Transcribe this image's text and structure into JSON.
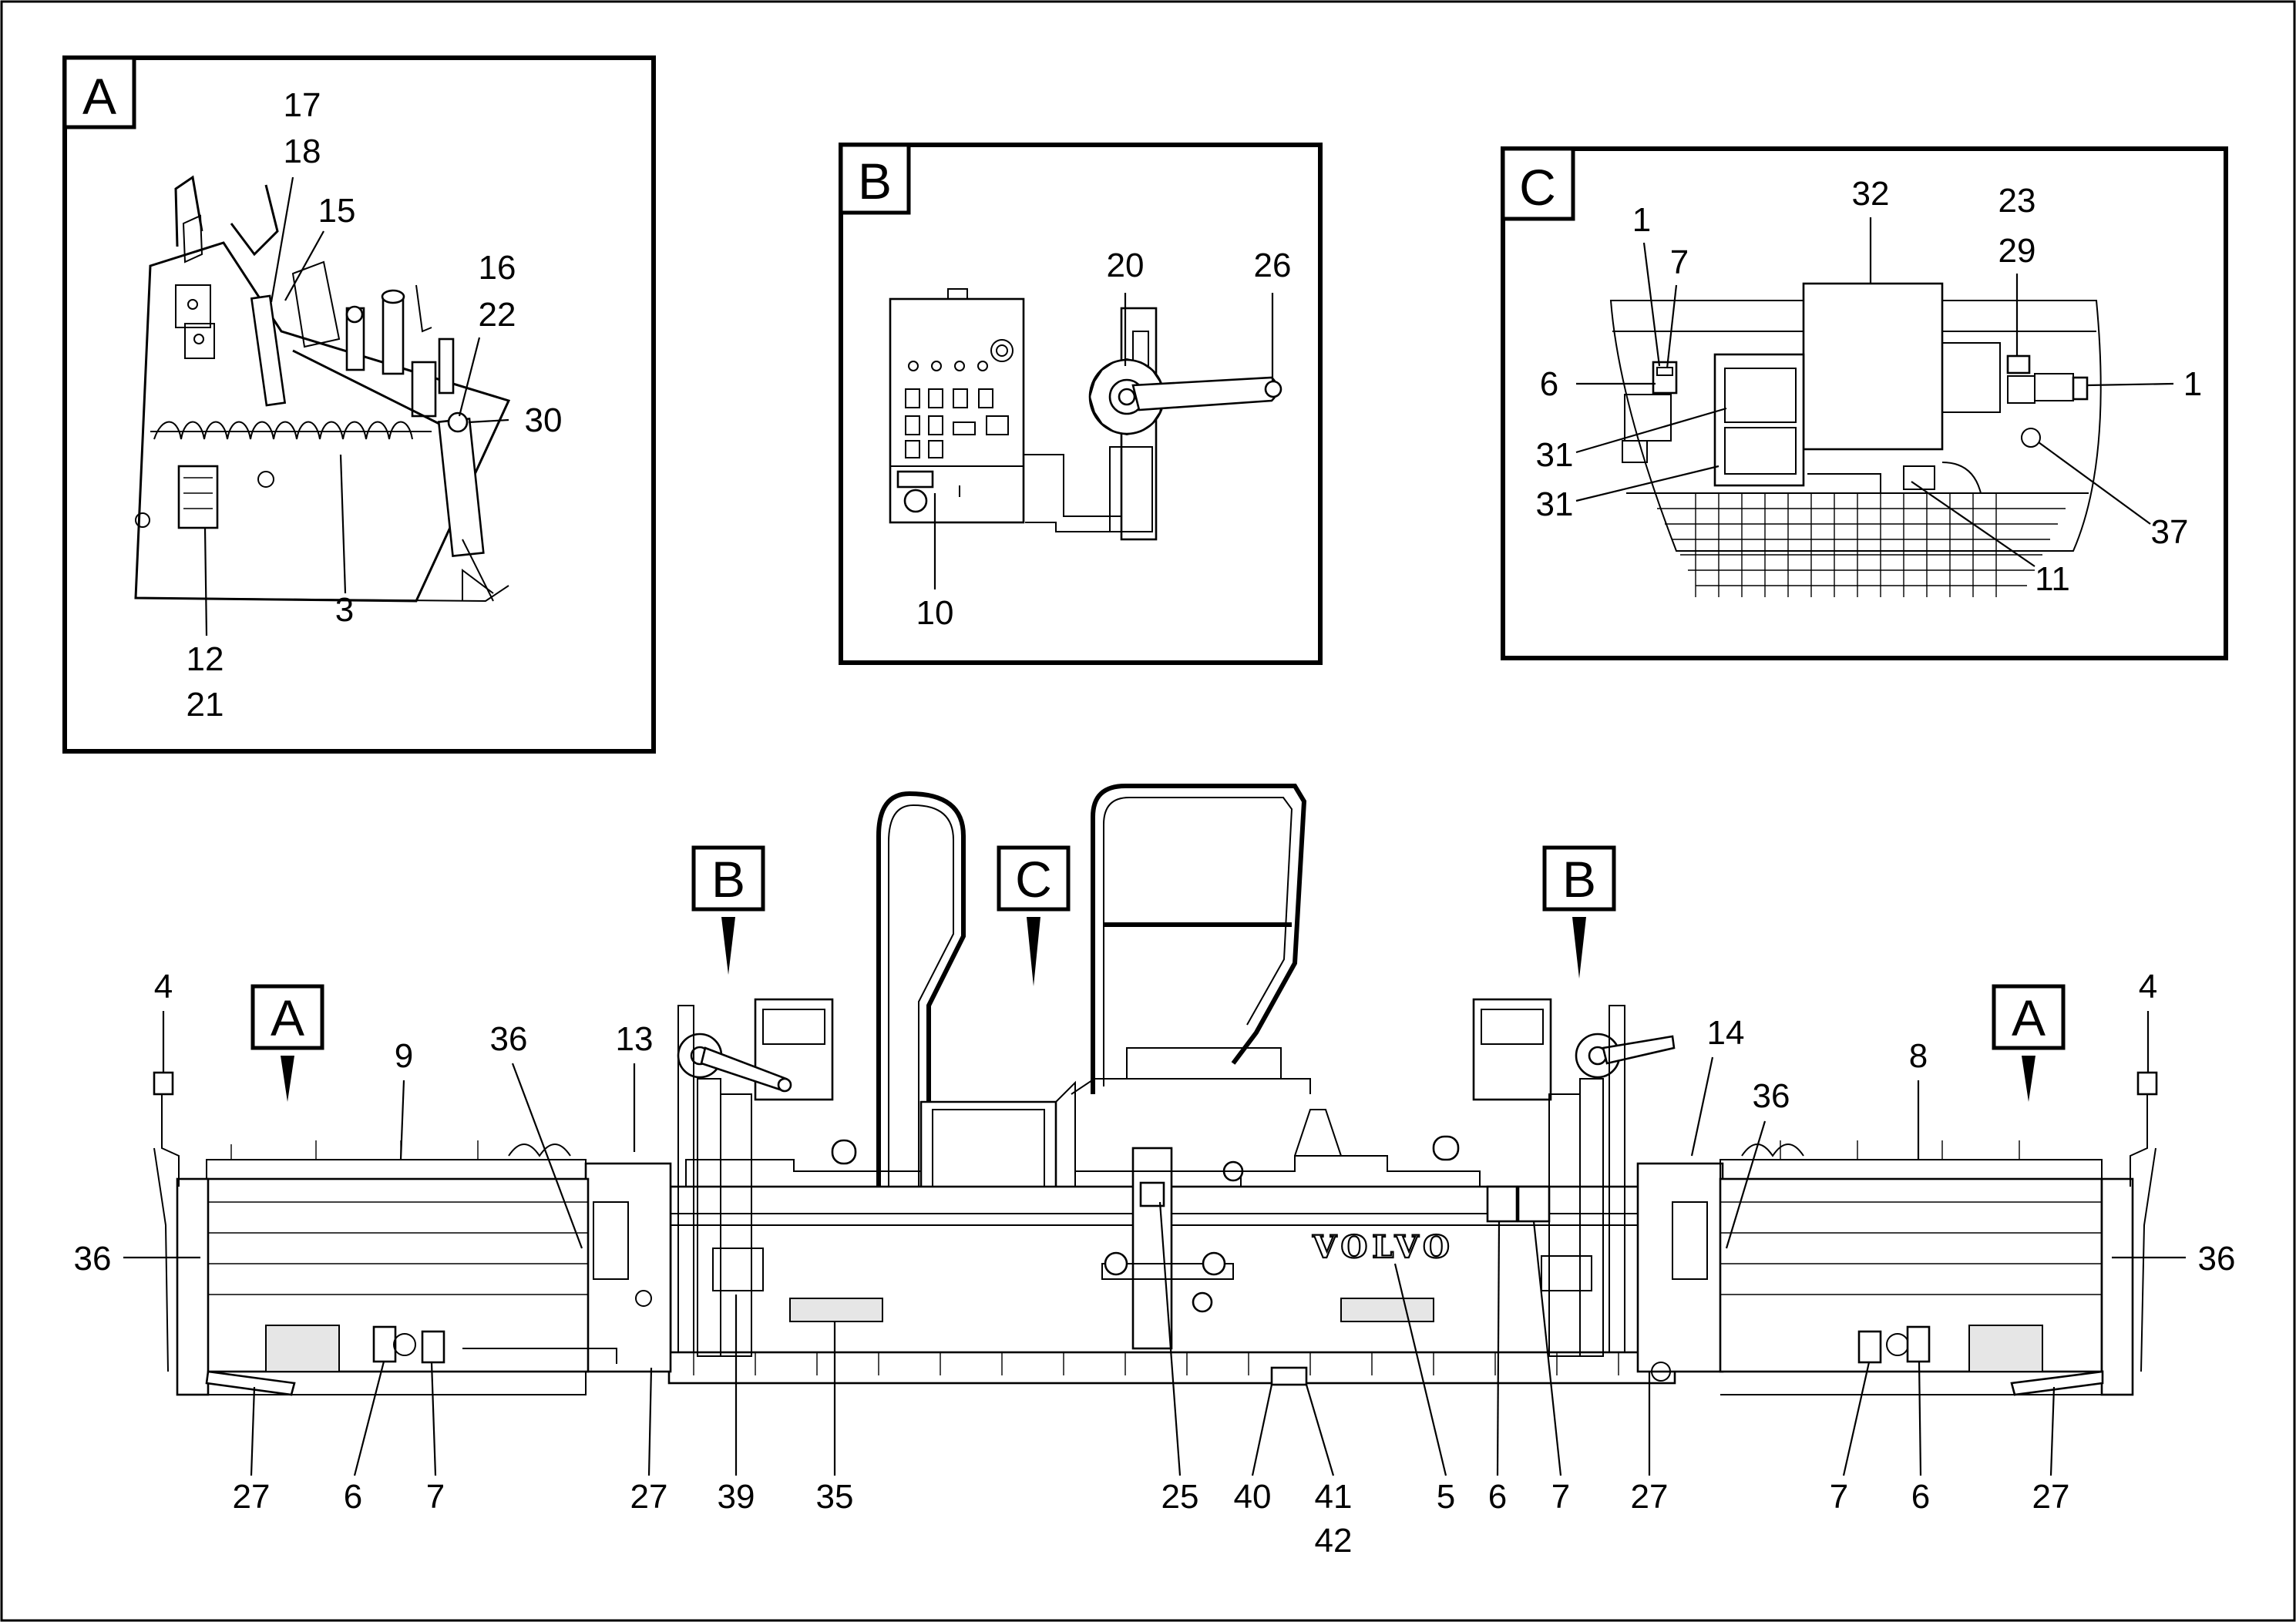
{
  "detail_letters": {
    "a": "A",
    "b": "B",
    "c": "C"
  },
  "callouts": {
    "detail_a": {
      "n17": "17",
      "n18": "18",
      "n15": "15",
      "n16": "16",
      "n22": "22",
      "n30": "30",
      "n3": "3",
      "n12": "12",
      "n21": "21"
    },
    "detail_b": {
      "n20": "20",
      "n26": "26",
      "n10": "10"
    },
    "detail_c": {
      "n1a": "1",
      "n7": "7",
      "n32": "32",
      "n23": "23",
      "n29": "29",
      "n6": "6",
      "n1b": "1",
      "n31a": "31",
      "n31b": "31",
      "n37": "37",
      "n11": "11"
    },
    "main": {
      "n4l": "4",
      "n9": "9",
      "n36l": "36",
      "n13": "13",
      "n14": "14",
      "n36r": "36",
      "n8": "8",
      "n4r": "4",
      "n36sl": "36",
      "n36sr": "36",
      "b27a": "27",
      "b6a": "6",
      "b7a": "7",
      "b27b": "27",
      "b39": "39",
      "b35": "35",
      "b25": "25",
      "b40": "40",
      "b41": "41",
      "b42": "42",
      "b5": "5",
      "b6b": "6",
      "b7b": "7",
      "b27c": "27",
      "b7c": "7",
      "b6c": "6",
      "b27d": "27"
    }
  },
  "brand_logo": "VOLVO"
}
